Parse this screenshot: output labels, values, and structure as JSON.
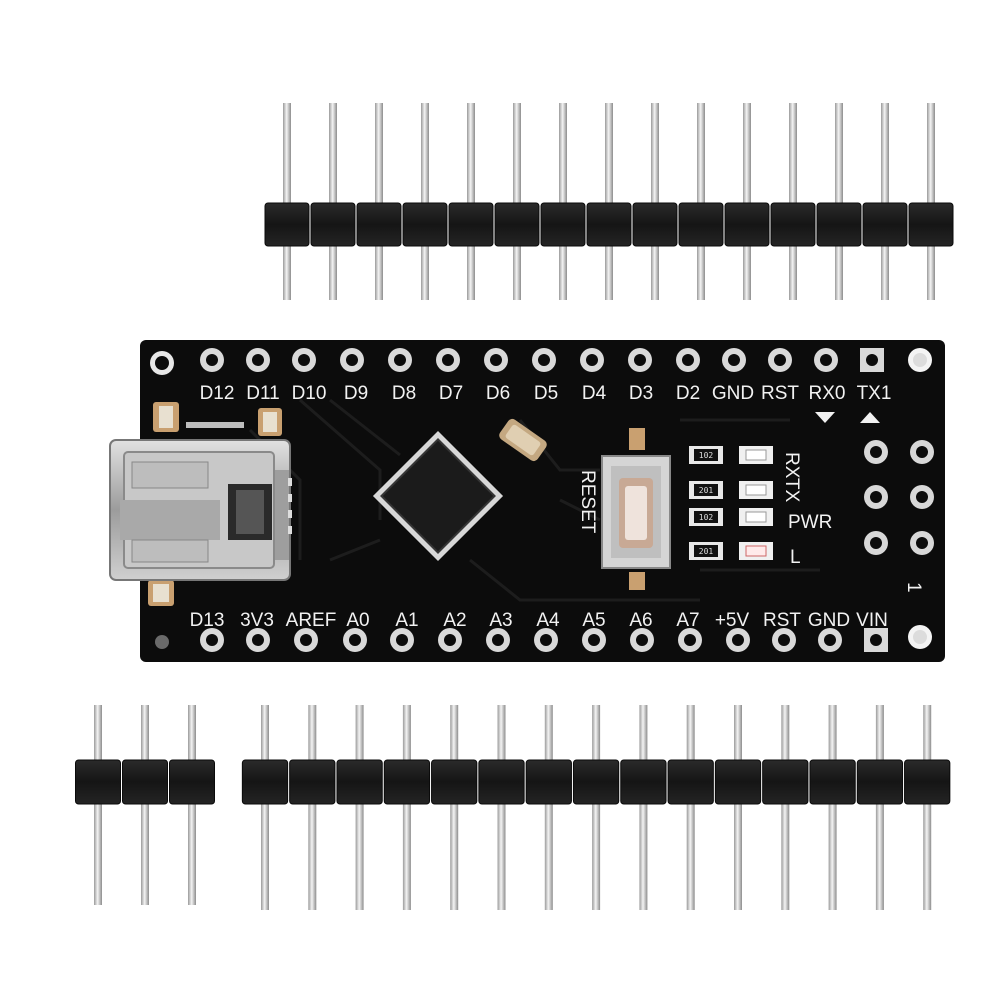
{
  "board": {
    "top_labels": [
      "D12",
      "D11",
      "D10",
      "D9",
      "D8",
      "D7",
      "D6",
      "D5",
      "D4",
      "D3",
      "D2",
      "GND",
      "RST",
      "RX0",
      "TX1"
    ],
    "bottom_labels": [
      "D13",
      "3V3",
      "AREF",
      "A0",
      "A1",
      "A2",
      "A3",
      "A4",
      "A5",
      "A6",
      "A7",
      "+5V",
      "RST",
      "GND",
      "VIN"
    ],
    "reset_label": "RESET",
    "led_labels": [
      "RX",
      "TX",
      "PWR",
      "L"
    ],
    "smd_codes": [
      "102",
      "201",
      "102",
      "201"
    ],
    "icsp_marker": "1"
  },
  "headers": {
    "top_pin_count": 15,
    "bottom_left_pin_count": 3,
    "bottom_right_pin_count": 15
  },
  "colors": {
    "pcb": "#0c0c0c",
    "silkscreen": "#f2f2f2",
    "pin_metal": "#d9d9d9",
    "header_plastic": "#1e1e1e",
    "usb_metal": "#b8b8b8"
  }
}
